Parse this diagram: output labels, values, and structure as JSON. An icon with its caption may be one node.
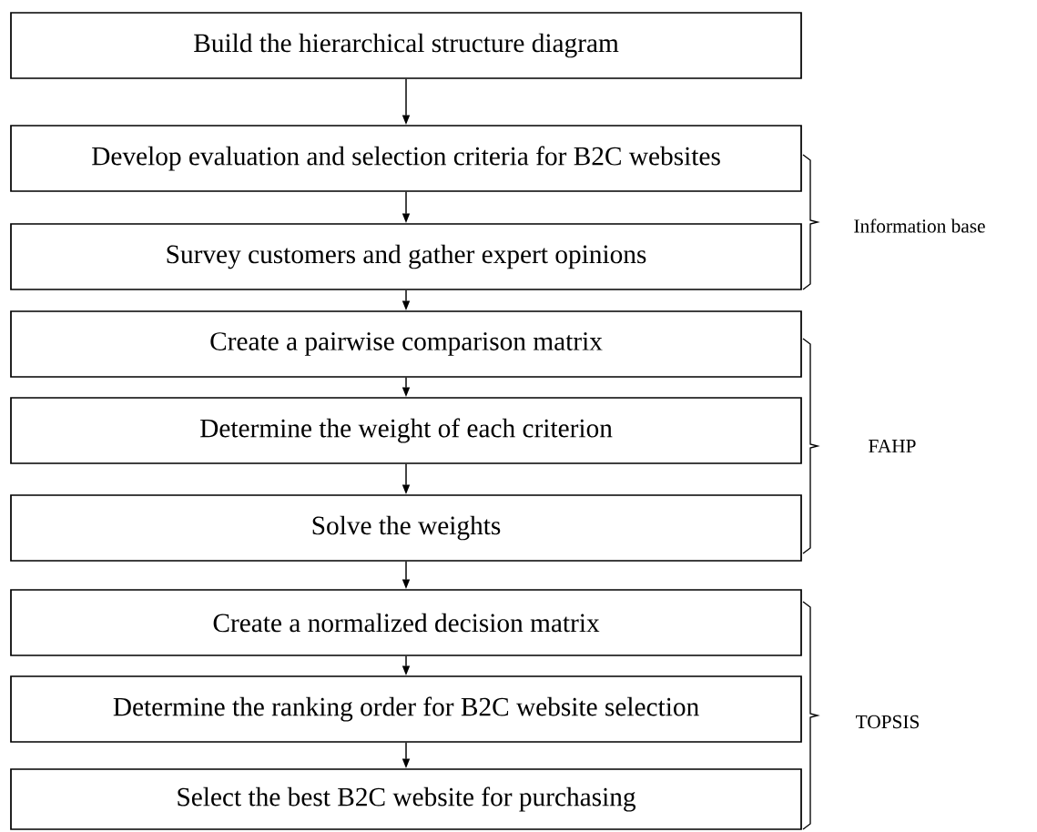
{
  "diagram": {
    "nodes": [
      {
        "text": [
          "Build the hierarchical structure diagram"
        ]
      },
      {
        "text": [
          "Develop evaluation and selection criteria for B2C websites"
        ]
      },
      {
        "text": [
          "Survey customers and gather expert opinions"
        ]
      },
      {
        "text": [
          "Create a pairwise comparison matrix"
        ]
      },
      {
        "text": [
          "Determine the weight of each criterion"
        ]
      },
      {
        "text": [
          "Solve the weights"
        ]
      },
      {
        "text": [
          "Create a normalized decision matrix"
        ]
      },
      {
        "text": [
          "Determine the ranking order for B2C website selection"
        ]
      },
      {
        "text": [
          "Select the best B2C website for purchasing"
        ]
      }
    ],
    "edges": [
      {
        "from": 0,
        "to": 1,
        "arrow": "to"
      },
      {
        "from": 1,
        "to": 2,
        "arrow": "to"
      },
      {
        "from": 2,
        "to": 3,
        "arrow": "to"
      },
      {
        "from": 3,
        "to": 4,
        "arrow": "to"
      },
      {
        "from": 4,
        "to": 5,
        "arrow": "to"
      },
      {
        "from": 5,
        "to": 6,
        "arrow": "to"
      },
      {
        "from": 6,
        "to": 7,
        "arrow": "to"
      },
      {
        "from": 7,
        "to": 8,
        "arrow": "to"
      }
    ],
    "labels": [
      "Information base",
      "FAHP",
      "TOPSIS"
    ]
  }
}
